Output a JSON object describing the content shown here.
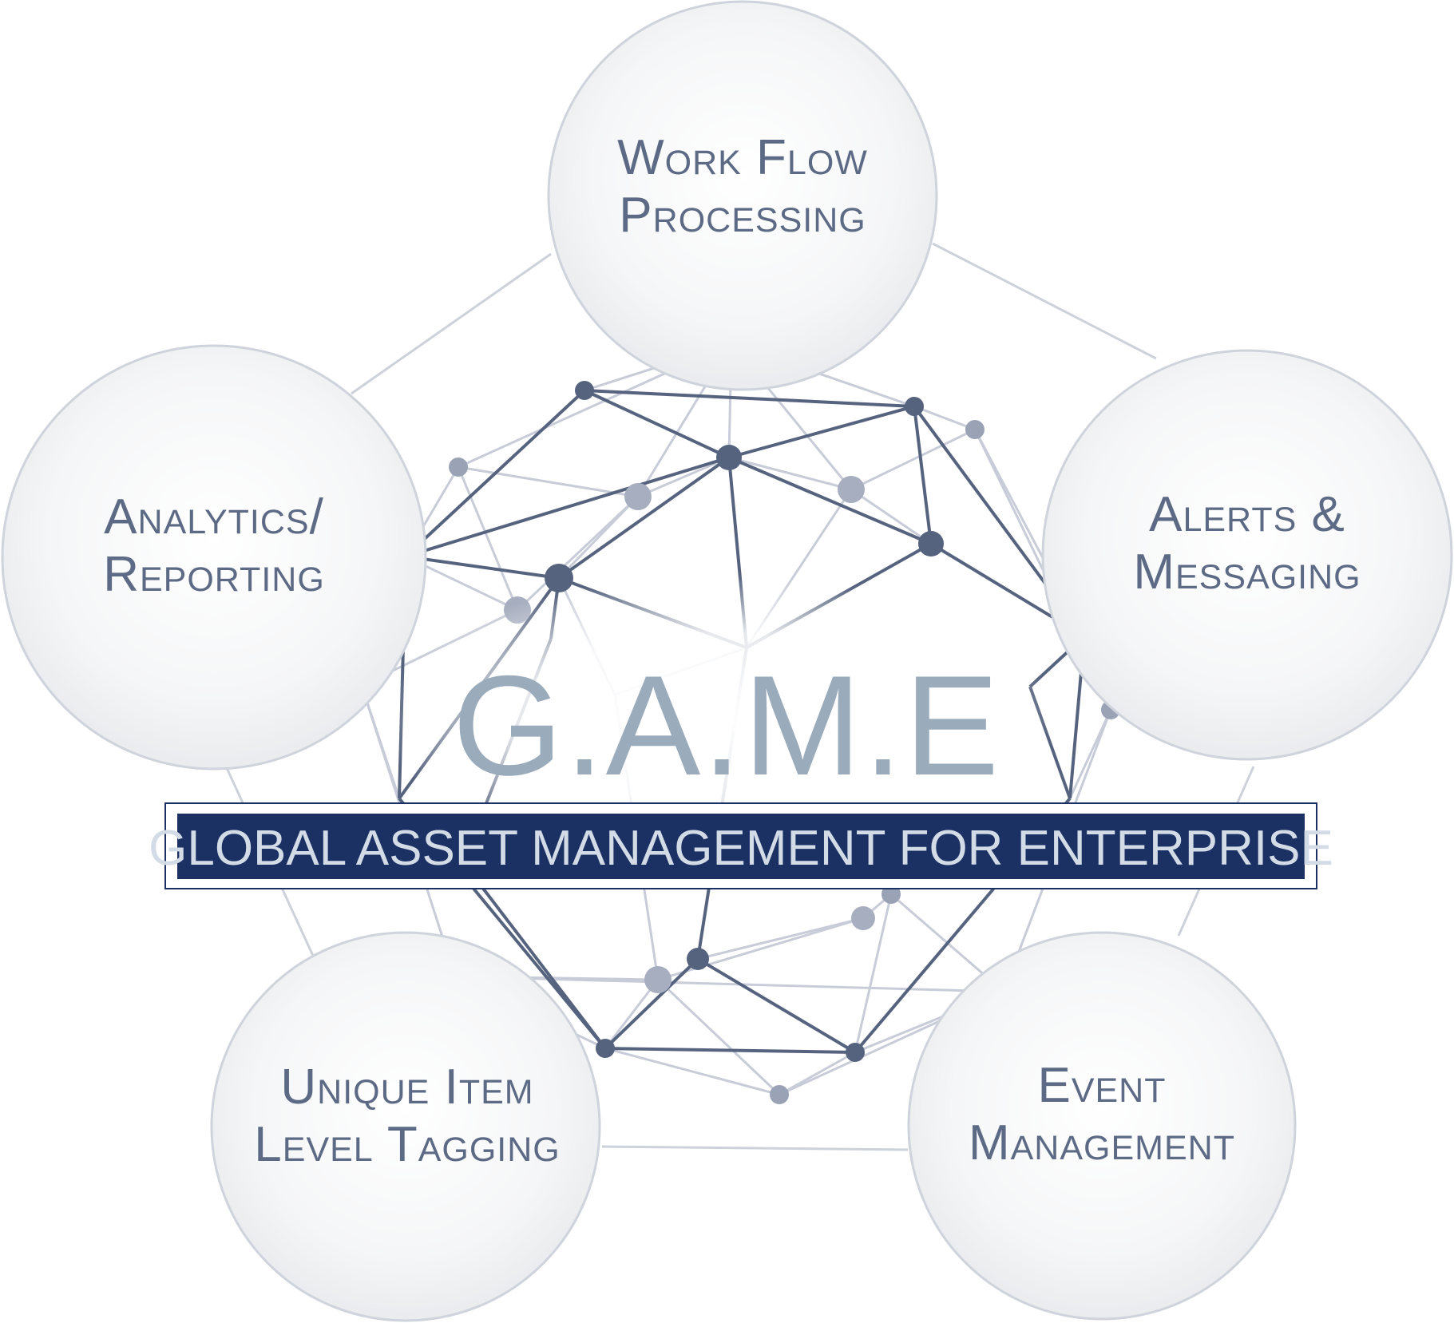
{
  "title": "G.A.M.E",
  "subtitle": "GLOBAL ASSET MANAGEMENT FOR ENTERPRISE",
  "nodes": [
    {
      "line1": "Work Flow",
      "line2": "Processing"
    },
    {
      "line1": "Alerts &",
      "line2": "Messaging"
    },
    {
      "line1": "Event",
      "line2": "Management"
    },
    {
      "line1": "Unique Item",
      "line2": "Level Tagging"
    },
    {
      "line1": "Analytics/",
      "line2": "Reporting"
    }
  ],
  "colors": {
    "background": "#ffffff",
    "node_fill": "#f1f2f4",
    "node_stroke": "#cfd3dc",
    "node_text": "#5c6a85",
    "title_text": "#9aabbc",
    "banner_fill": "#1b3163",
    "banner_border": "#1b3163",
    "banner_text": "#d2dbe6",
    "network_dark": "#56637f",
    "network_light": "#c8ccd8",
    "node_dot_mid": "#9aa2b5"
  },
  "icons": {
    "network": "network-sphere-icon"
  }
}
